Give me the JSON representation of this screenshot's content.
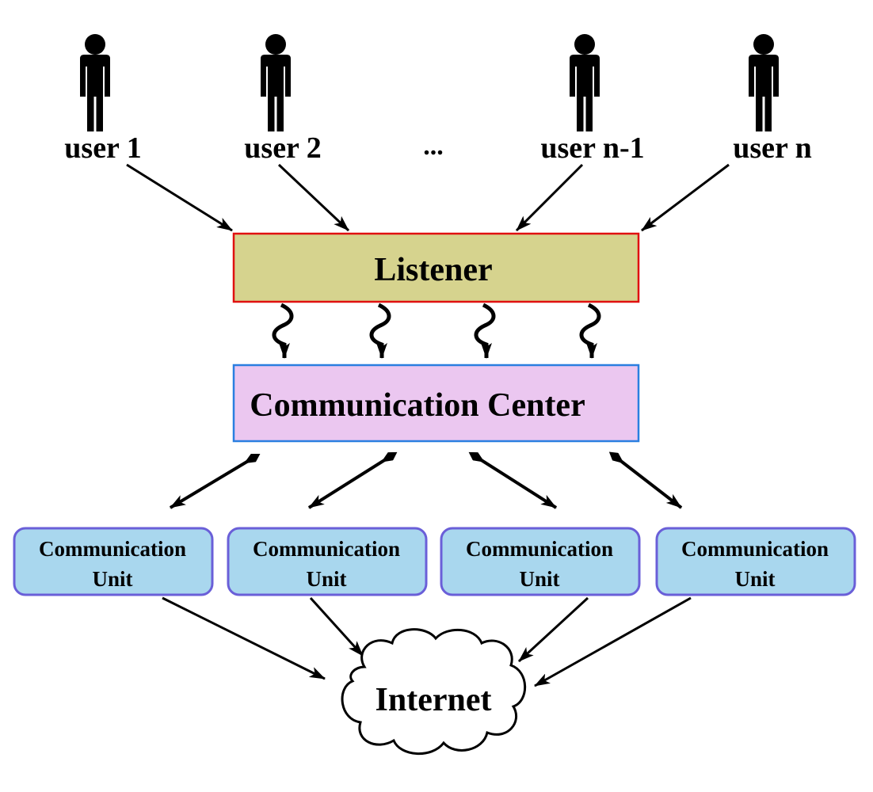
{
  "users": [
    {
      "label": "user 1"
    },
    {
      "label": "user 2"
    },
    {
      "label": "user n-1"
    },
    {
      "label": "user n"
    }
  ],
  "ellipsis": "...",
  "listener": {
    "label": "Listener",
    "fill": "#d6d38e",
    "border": "#e01010"
  },
  "center": {
    "label": "Communication Center",
    "fill": "#ebc7f0",
    "border": "#2a7fe0"
  },
  "units": [
    {
      "line1": "Communication",
      "line2": "Unit"
    },
    {
      "line1": "Communication",
      "line2": "Unit"
    },
    {
      "line1": "Communication",
      "line2": "Unit"
    },
    {
      "line1": "Communication",
      "line2": "Unit"
    }
  ],
  "unit_style": {
    "fill": "#a9d7ee",
    "border": "#6a5fd8"
  },
  "internet": {
    "label": "Internet"
  },
  "icons": {
    "person": "person-icon",
    "cloud": "cloud-icon"
  }
}
